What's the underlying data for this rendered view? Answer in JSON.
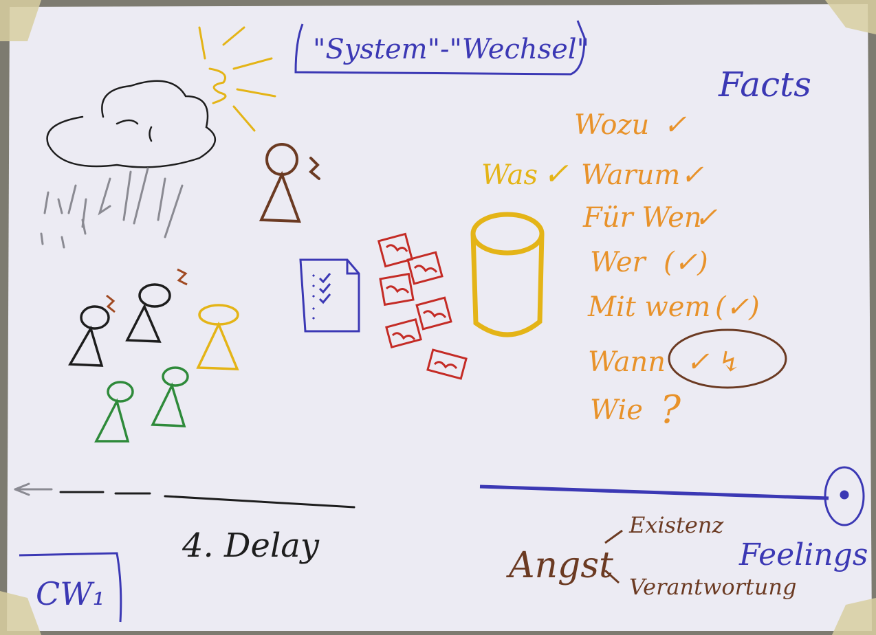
{
  "title": "\"System\"-\"Wechsel\"",
  "facts": {
    "heading": "Facts",
    "items": [
      {
        "label": "Wozu",
        "mark": "✓"
      },
      {
        "label": "Warum",
        "mark": "✓"
      },
      {
        "label": "Für Wen",
        "mark": "✓"
      },
      {
        "label": "Wer",
        "mark": "(✓)"
      },
      {
        "label": "Mit wem",
        "mark": "(✓)"
      },
      {
        "label": "Wann",
        "mark": "✓ ↯"
      },
      {
        "label": "Wie",
        "mark": "?"
      }
    ],
    "was": "Was",
    "was_mark": "✓"
  },
  "delay_label": "4. Delay",
  "corner_label": "CW₁",
  "feelings": {
    "heading": "Feelings",
    "angst": "Angst",
    "existenz": "Existenz",
    "verantwortung": "Verantwortung"
  },
  "colors": {
    "paper": "#ecebf3",
    "blue": "#3b38b4",
    "orange": "#e8922a",
    "yellow": "#e4b417",
    "brown": "#6b3a22",
    "red": "#c42b25",
    "green": "#2e8a3a",
    "black": "#1d1d1d",
    "gray": "#8a8a92",
    "tape": "#d8cfa0"
  },
  "icons": {
    "sun": "sun-icon",
    "cloud": "storm-cloud-icon",
    "database": "database-cylinder-icon",
    "document": "checklist-document-icon",
    "boxes": "red-boxes-icon"
  }
}
